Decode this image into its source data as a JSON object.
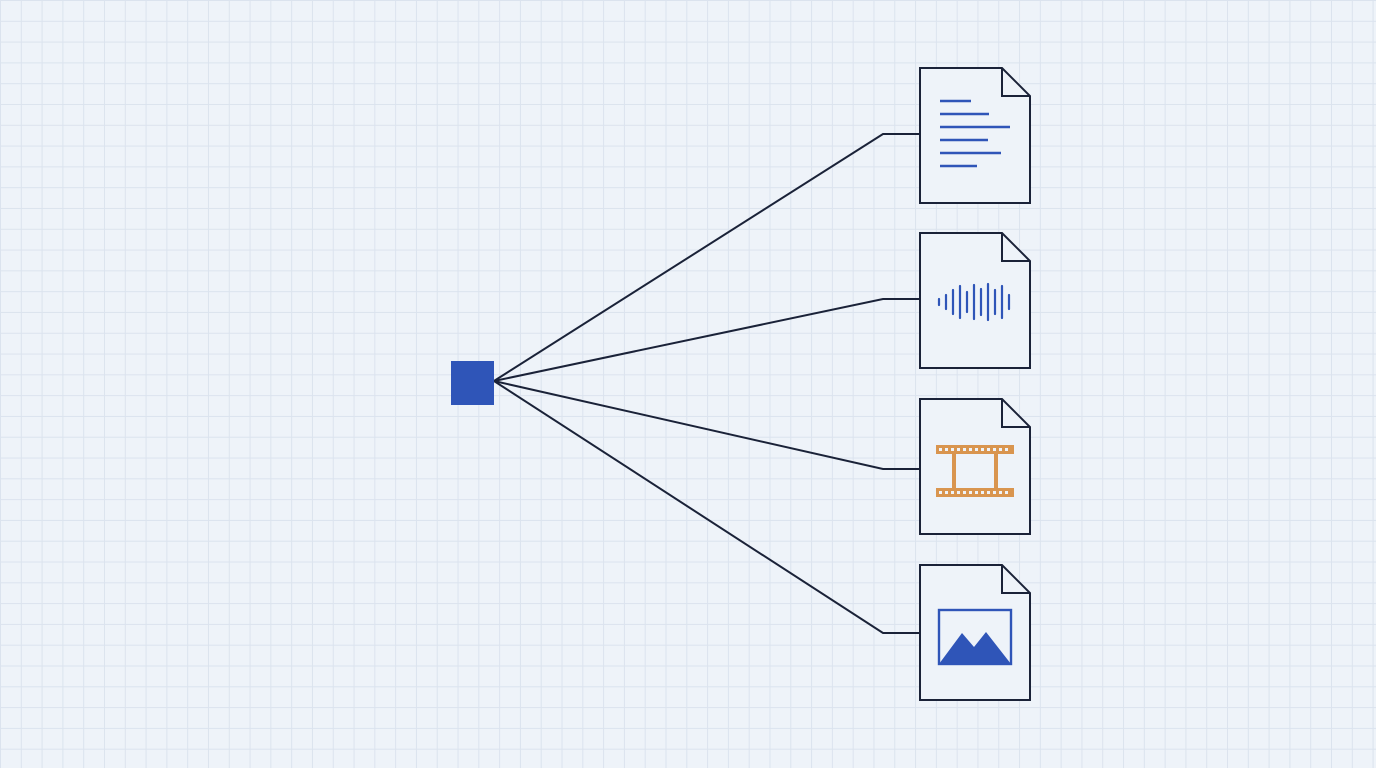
{
  "diagram": {
    "source_node": {
      "icon": "square-node-icon",
      "color": "#2f55b8"
    },
    "files": [
      {
        "icon": "text-document-icon",
        "type": "text",
        "color": "#2f55b8"
      },
      {
        "icon": "audio-waveform-icon",
        "type": "audio",
        "color": "#2f55b8"
      },
      {
        "icon": "film-strip-icon",
        "type": "video",
        "color": "#d9954f"
      },
      {
        "icon": "image-landscape-icon",
        "type": "image",
        "color": "#2f55b8"
      }
    ],
    "line_color": "#1a2238"
  }
}
